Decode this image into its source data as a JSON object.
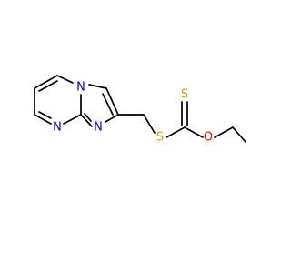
{
  "molecule": {
    "atoms": {
      "n_bridge": {
        "symbol": "N",
        "color": "#0000ff"
      },
      "n_pyrimidine": {
        "symbol": "N",
        "color": "#0000ff"
      },
      "n_imidazole": {
        "symbol": "N",
        "color": "#0000ff"
      },
      "s_thioether": {
        "symbol": "S",
        "color": "#c8a600"
      },
      "s_thione": {
        "symbol": "S",
        "color": "#c8a600"
      },
      "o_ester": {
        "symbol": "O",
        "color": "#ff0000"
      }
    },
    "bond_color": "#000000",
    "background": "#ffffff"
  }
}
